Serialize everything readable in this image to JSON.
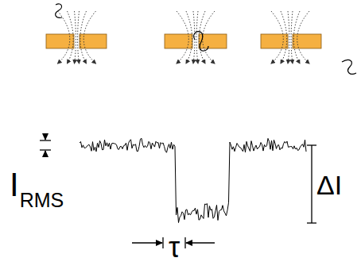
{
  "diagram": {
    "labels": [
      "I",
      "RMS",
      "ΔI",
      "τ"
    ]
  }
}
